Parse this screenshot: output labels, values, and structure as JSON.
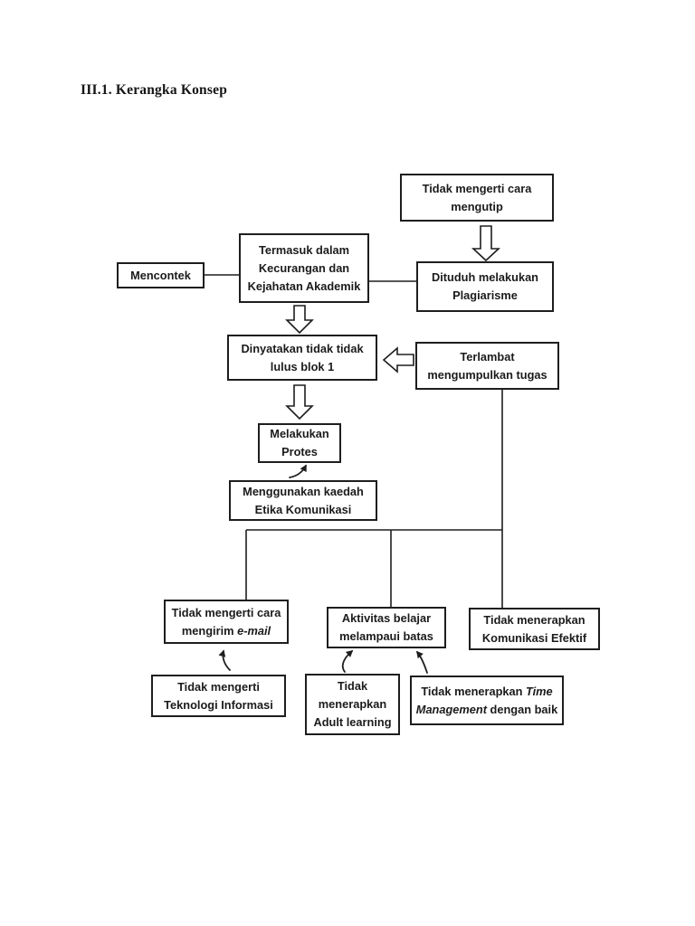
{
  "page": {
    "title": "III.1. Kerangka Konsep"
  },
  "diagram": {
    "colors": {
      "background": "#ffffff",
      "box_border": "#1e1e1e",
      "text": "#1b1b1b"
    },
    "nodes": {
      "mengutip": {
        "line1": "Tidak mengerti cara",
        "line2": "mengutip"
      },
      "termasuk": {
        "line1": "Termasuk dalam",
        "line2": "Kecurangan dan",
        "line3": "Kejahatan Akademik"
      },
      "mencontek": {
        "line1": "Mencontek"
      },
      "dituduh": {
        "line1": "Dituduh melakukan",
        "line2": "Plagiarisme"
      },
      "dinyatakan": {
        "line1": "Dinyatakan tidak tidak",
        "line2": "lulus blok 1"
      },
      "terlambat": {
        "line1": "Terlambat",
        "line2": "mengumpulkan tugas"
      },
      "protes": {
        "line1": "Melakukan",
        "line2": "Protes"
      },
      "kaedah": {
        "line1": "Menggunakan kaedah",
        "line2": "Etika Komunikasi"
      },
      "email": {
        "line1": "Tidak mengerti cara",
        "line2_regular": "mengirim ",
        "line2_italic": "e-mail"
      },
      "aktivitas": {
        "line1": "Aktivitas belajar",
        "line2": "melampaui batas"
      },
      "efektif": {
        "line1": "Tidak menerapkan",
        "line2": "Komunikasi Efektif"
      },
      "teknologi": {
        "line1": "Tidak mengerti",
        "line2": "Teknologi Informasi"
      },
      "adult": {
        "line1": "Tidak",
        "line2": "menerapkan",
        "line3": "Adult learning"
      },
      "time": {
        "line1_regular": "Tidak menerapkan ",
        "line1_italic": "Time",
        "line2_italic": "Management",
        "line2_regular": " dengan baik"
      }
    }
  }
}
